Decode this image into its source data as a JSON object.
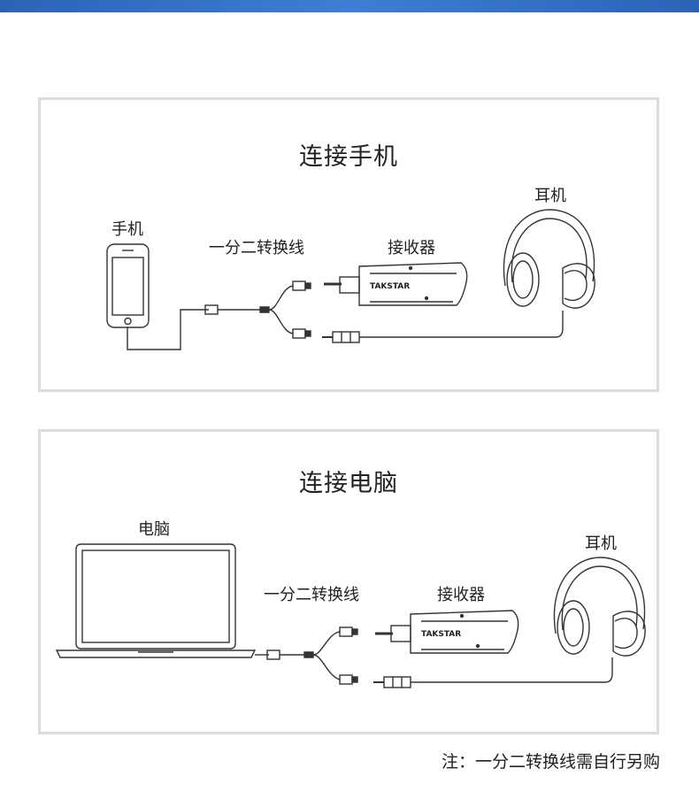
{
  "phone_panel": {
    "title": "连接手机",
    "phone_label": "手机",
    "cable_label": "一分二转换线",
    "receiver_label": "接收器",
    "headphone_label": "耳机",
    "brand": "TAKSTAR"
  },
  "pc_panel": {
    "title": "连接电脑",
    "laptop_label": "电脑",
    "cable_label": "一分二转换线",
    "receiver_label": "接收器",
    "headphone_label": "耳机",
    "brand": "TAKSTAR"
  },
  "footnote": "注：一分二转换线需自行另购",
  "colors": {
    "accent_bar": "#2b63b8",
    "panel_border": "#dcdcdc",
    "line": "#333333"
  }
}
